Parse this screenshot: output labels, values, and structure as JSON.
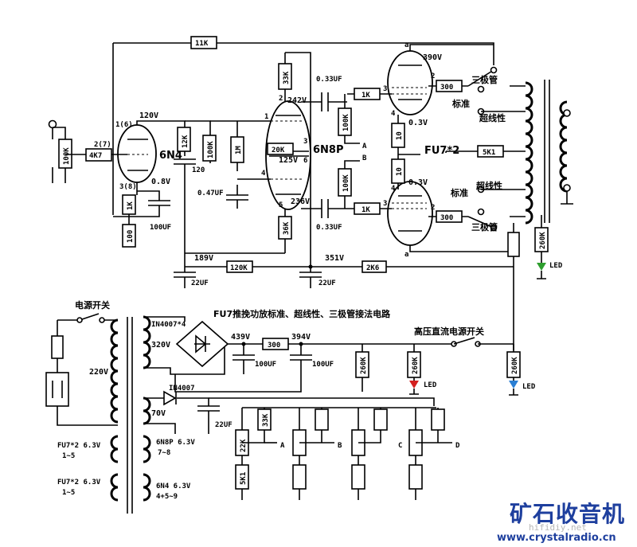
{
  "title": "FU7推挽功放标准、超线性、三极管接法电路",
  "tubes": {
    "input": "6N4",
    "driver": "6N8P",
    "output": "FU7*2"
  },
  "resistors": {
    "feedback": "11K",
    "grid_in": "100K",
    "series_in": "4K7",
    "plate_in": "12K",
    "plate_load": "100K",
    "cathode_in": "1K",
    "cathode_in2": "100",
    "plate_drv": "33K",
    "grid_drv": "1M",
    "cathode_link": "20K",
    "tail": "36K",
    "grid_leak_a": "100K",
    "grid_leak_b": "100K",
    "grid_stop_a": "1K",
    "grid_stop_b": "1K",
    "screen_a": "300",
    "screen_b": "300",
    "cathode_a": "10",
    "cathode_b": "10",
    "bias": "5K1",
    "led_bleed": "260K",
    "decouple_1": "120K",
    "decouple_2": "2K6",
    "filter": "300",
    "bleed_1": "260K",
    "bleed_2": "260K",
    "bleed_3": "260K",
    "div_top": "33K",
    "div_mid": "22K",
    "div_bot": "5K1"
  },
  "capacitors": {
    "c_in": "100UF",
    "c_120": "120",
    "c_047": "0.47UF",
    "c_couple_a": "0.33UF",
    "c_couple_b": "0.33UF",
    "c_dec1": "22UF",
    "c_dec2": "22UF",
    "c_f1": "100UF",
    "c_f2": "100UF",
    "c_bias": "22UF"
  },
  "voltages": {
    "v_plate_in": "120V",
    "v_cath_in": "0.8V",
    "v_plate_drv": "242V",
    "v_cath_drv": "125V",
    "v_tail": "236V",
    "v_out_a": "390V",
    "v_out_k": "0.3V",
    "v_out_k2": "0.3V",
    "v_dec1": "189V",
    "v_dec2": "351V",
    "v_rect": "439V",
    "v_b": "394V",
    "v_sec": "320V",
    "v_pri": "220V",
    "v_bias": "70V"
  },
  "pins": {
    "p_in_g": "2(7)",
    "p_in_a": "1(6)",
    "p_in_k": "3(8)",
    "p_d1": "1",
    "p_d2": "2",
    "p_d3": "3",
    "p_d4": "4",
    "p_d5": "5",
    "p_d6": "6",
    "p_a3": "3",
    "p_a2": "2",
    "p_a4": "4",
    "p_b4": "4",
    "p_b3": "3",
    "p_b2": "2",
    "p_a_top": "a",
    "p_a_bot": "a"
  },
  "nodes": {
    "A1": "A",
    "B1": "B",
    "A2": "A",
    "B2": "B",
    "C2": "C",
    "D2": "D"
  },
  "switches": {
    "triode": "三极管",
    "standard": "标准",
    "ultralinear": "超线性",
    "triode2": "三极管",
    "standard2": "标准",
    "ultralinear2": "超线性"
  },
  "power": {
    "mains_switch": "电源开关",
    "hv_switch": "高压直流电源开关",
    "rectifier": "IN4007*4",
    "diode": "IN4007",
    "led1": "LED",
    "led2": "LED",
    "led3": "LED",
    "h1a": "FU7*2  6.3V",
    "h1b": "1~5",
    "h2a": "6N8P  6.3V",
    "h2b": "7~8",
    "h3a": "FU7*2  6.3V",
    "h3b": "1~5",
    "h4a": "6N4  6.3V",
    "h4b": "4+5~9"
  },
  "watermark": {
    "brand": "矿石收音机",
    "hifi": "hifidiy.net",
    "site": "www.crystalradio.cn"
  },
  "colors": {
    "led_green": "#2e9e2e",
    "led_red": "#d42020",
    "led_blue": "#2a7fd4",
    "brand_blue": "#1e3f9e"
  }
}
